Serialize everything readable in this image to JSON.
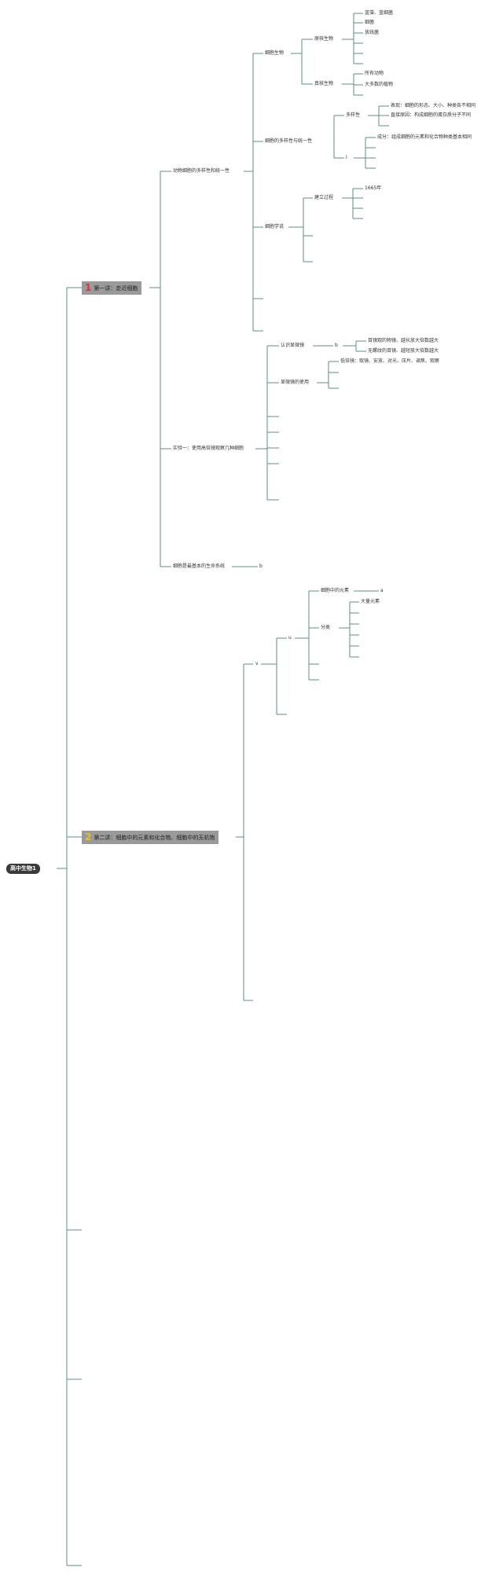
{
  "root": {
    "label": "高中生物1"
  },
  "chapters": [
    {
      "num": "1",
      "label": "第一讲：走近细胞"
    },
    {
      "num": "2",
      "label": "第二讲：细胞中的元素和化合物、细胞中的无机物"
    }
  ],
  "nodes": {
    "a": "动物细胞的多样性和统一性",
    "b": "实验一：使用高倍镜观察几种细胞",
    "c": "细胞是最基本的生命系统",
    "c_child": "b",
    "a1": "细胞生物",
    "a1a": "原核生物",
    "a1a1": "蓝藻、蓝细菌",
    "a1a2": "细菌",
    "a1a3": "放线菌",
    "a1b": "真核生物",
    "a1b1": "所有动物",
    "a1b2": "大多数的植物",
    "a2": "细胞的多样性与统一性",
    "a2a": "多样性",
    "a2a1": "表现：细胞的形态、大小、种类各不相同",
    "a2a2": "直接原因：构成细胞的蛋白质分子不同",
    "a2b": "l",
    "a2b1": "成分：组成细胞的元素和化合物种类基本相同",
    "a3": "细胞学说",
    "a3a": "建立过程",
    "a3a1": "1665年",
    "b1": "认识显微镜",
    "b1a": "b",
    "b1a1": "目镜观的物镜、越长放大倍数越大",
    "b1a2": "无螺纹的目镜、越短放大倍数越大",
    "b2": "显微镜的使用",
    "b2a": "低倍镜：取镜、安放、对光、压片、调焦、观察",
    "d": "v",
    "d1": "u",
    "d1a": "细胞中的元素",
    "d1a_child": "a",
    "d1b": "分类",
    "d1b1": "大量元素"
  }
}
